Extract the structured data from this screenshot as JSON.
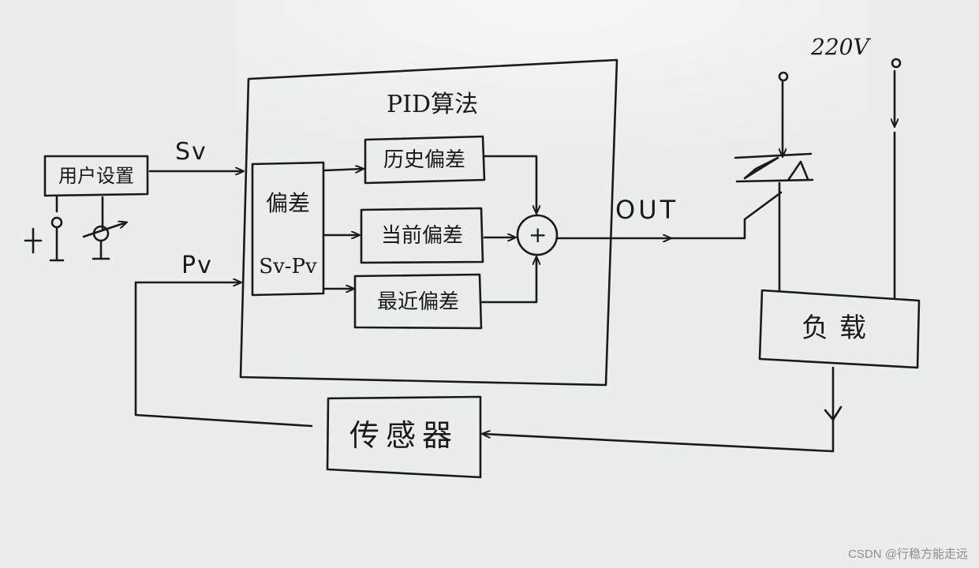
{
  "diagram": {
    "pid_title": "PID算法",
    "blocks": {
      "user_setting": "用户设置",
      "error": "偏差",
      "error_expr": "Sv-Pv",
      "history_error": "历史偏差",
      "current_error": "当前偏差",
      "recent_error": "最近偏差",
      "load": "负载",
      "sensor": "传感器"
    },
    "signals": {
      "sv": "Sv",
      "pv": "Pv",
      "out": "OUT",
      "sum": "+",
      "supply": "220V"
    },
    "colors": {
      "ink": "#1a1a1a",
      "board": "#e9eeea"
    }
  },
  "watermark": "CSDN @行稳方能走远"
}
